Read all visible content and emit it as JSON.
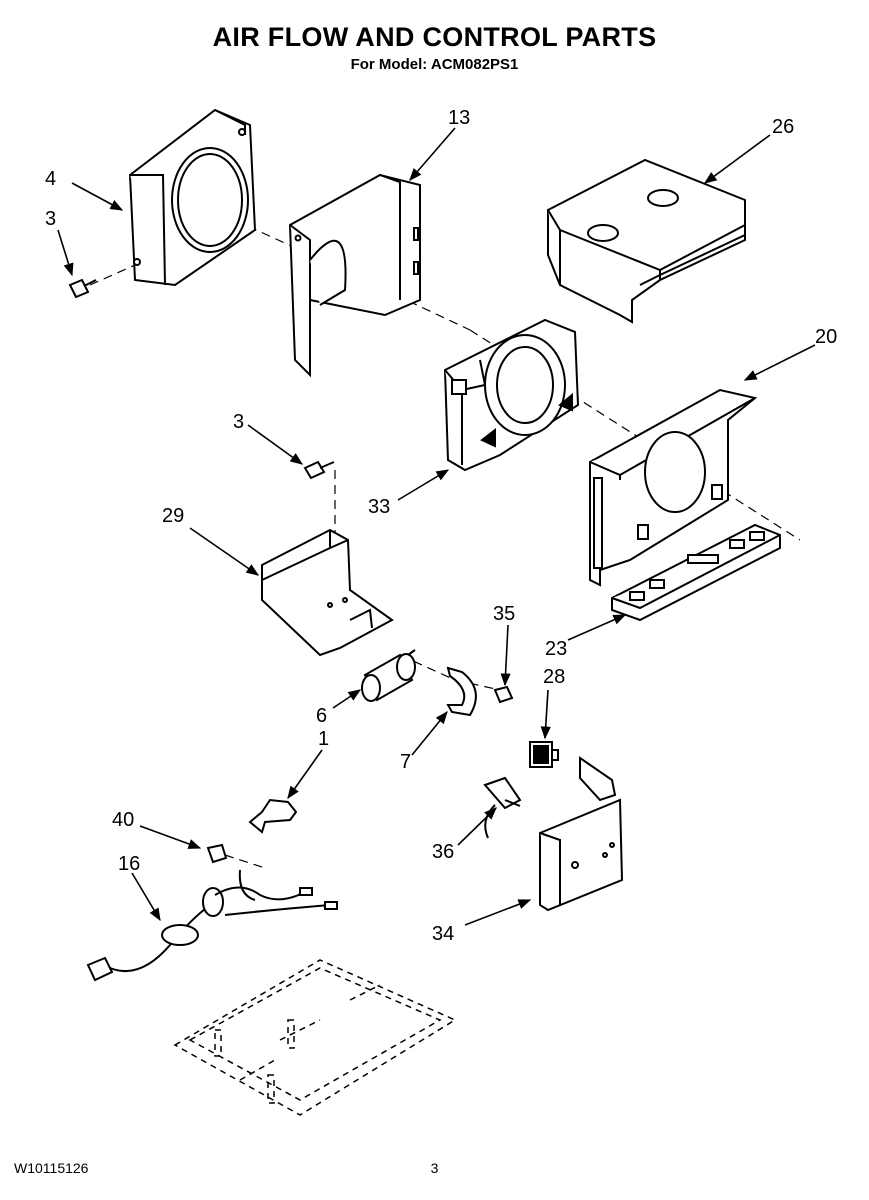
{
  "header": {
    "title": "AIR FLOW AND CONTROL PARTS",
    "subtitle": "For Model: ACM082PS1"
  },
  "footer": {
    "doc_number": "W10115126",
    "page_number": "3"
  },
  "callouts": [
    {
      "id": "c4",
      "label": "4"
    },
    {
      "id": "c3a",
      "label": "3"
    },
    {
      "id": "c13",
      "label": "13"
    },
    {
      "id": "c26",
      "label": "26"
    },
    {
      "id": "c20",
      "label": "20"
    },
    {
      "id": "c3b",
      "label": "3"
    },
    {
      "id": "c33",
      "label": "33"
    },
    {
      "id": "c29",
      "label": "29"
    },
    {
      "id": "c35",
      "label": "35"
    },
    {
      "id": "c23",
      "label": "23"
    },
    {
      "id": "c28",
      "label": "28"
    },
    {
      "id": "c6",
      "label": "6"
    },
    {
      "id": "c1",
      "label": "1"
    },
    {
      "id": "c7",
      "label": "7"
    },
    {
      "id": "c40",
      "label": "40"
    },
    {
      "id": "c36",
      "label": "36"
    },
    {
      "id": "c16",
      "label": "16"
    },
    {
      "id": "c34",
      "label": "34"
    }
  ]
}
